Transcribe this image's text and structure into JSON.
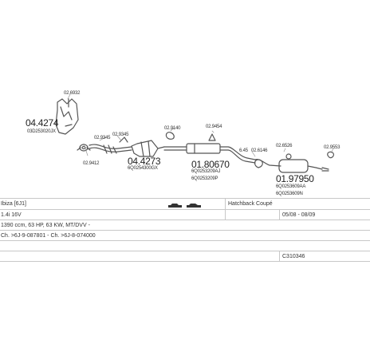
{
  "diagram": {
    "parts": [
      {
        "id": "p1",
        "code": "04.4274",
        "sub": "03D253020JX",
        "ref": "02.6932"
      },
      {
        "id": "p2",
        "code": "04.4273",
        "sub": "6Q0254300GX",
        "ref": "02.9345"
      },
      {
        "id": "p3",
        "code": "01.80670",
        "sub": "6Q0253209AJ",
        "sub2": "6Q0253209P"
      },
      {
        "id": "p4",
        "code": "01.97950",
        "sub": "6Q0253609AA",
        "sub2": "6Q0253609N"
      }
    ],
    "small_labels": [
      "02.9345",
      "02.9412",
      "02.9140",
      "02.9454",
      "02.6146",
      "02.6526",
      "02.9553",
      "02.9345",
      "6.45"
    ]
  },
  "info": {
    "model": "Ibiza [6J1]",
    "body": "Hatchback Coupé",
    "engine": "1.4i 16V",
    "years": "05/08 - 08/09",
    "spec": "1390 ccm, 63 HP, 63 KW, MT/DVV -",
    "chassis": "Ch. >6J-9-087801 - Ch. >6J-8-074000",
    "code": "C310346"
  },
  "colors": {
    "line": "#555555",
    "grid": "#c8c8c8"
  }
}
